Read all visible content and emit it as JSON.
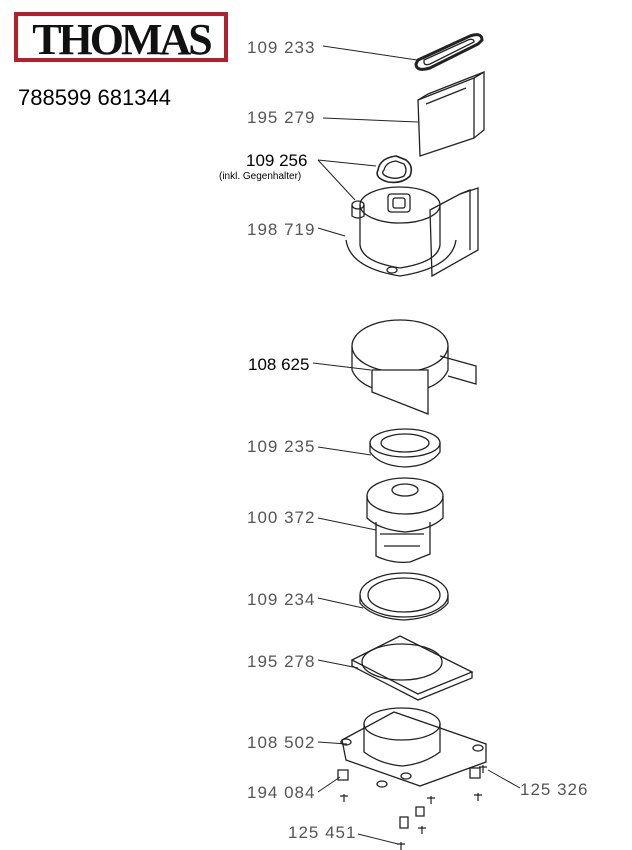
{
  "brand": "THOMAS",
  "article_codes": "788599 681344",
  "parts": [
    {
      "label": "109  233"
    },
    {
      "label": "195  279"
    },
    {
      "label": "109  256",
      "note": "(inkl. Gegenhalter)"
    },
    {
      "label": "198  719"
    },
    {
      "label": "108 625"
    },
    {
      "label": "109  235"
    },
    {
      "label": "100  372"
    },
    {
      "label": "109  234"
    },
    {
      "label": "195  278"
    },
    {
      "label": "108  502"
    },
    {
      "label": "194  084"
    },
    {
      "label": "125  326"
    },
    {
      "label": "125  451"
    }
  ]
}
